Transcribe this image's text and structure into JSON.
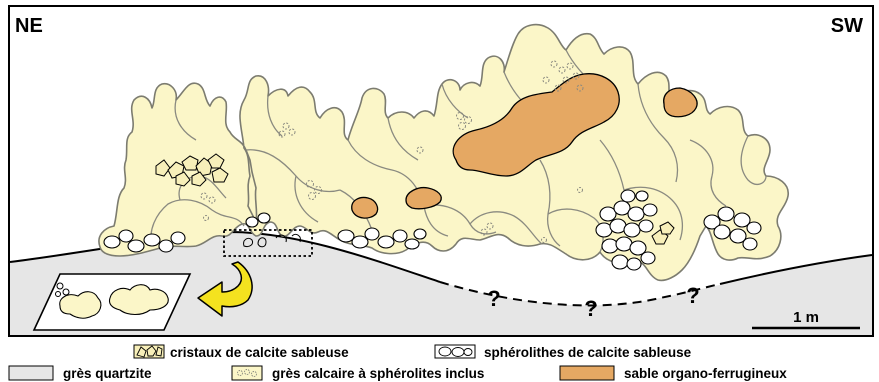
{
  "diagram": {
    "orientation_left": "NE",
    "orientation_right": "SW",
    "question_marks": [
      "?",
      "?",
      "?"
    ],
    "scale_label": "1 m"
  },
  "legend": {
    "items": [
      {
        "label": "cristaux de calcite sableuse",
        "swatch": "crystals-icon",
        "color": "#f7efb9"
      },
      {
        "label": "sphérolithes de calcite sableuse",
        "swatch": "spherolith-icon",
        "color": "#ffffff"
      },
      {
        "label": "grès quartzite",
        "swatch": "quartzite-swatch",
        "color": "#e6e6e6"
      },
      {
        "label": "grès calcaire à sphérolites inclus",
        "swatch": "spherulite-sandstone-swatch",
        "color": "#fbf6c8"
      },
      {
        "label": "sable organo-ferrugineux",
        "swatch": "ferruginous-sand-swatch",
        "color": "#e5a863"
      }
    ]
  },
  "colors": {
    "quartzite": "#e6e6e6",
    "calcareous_sandstone": "#fbf6c8",
    "ferruginous_sand": "#e5a863",
    "outline": "#8a8a80"
  }
}
